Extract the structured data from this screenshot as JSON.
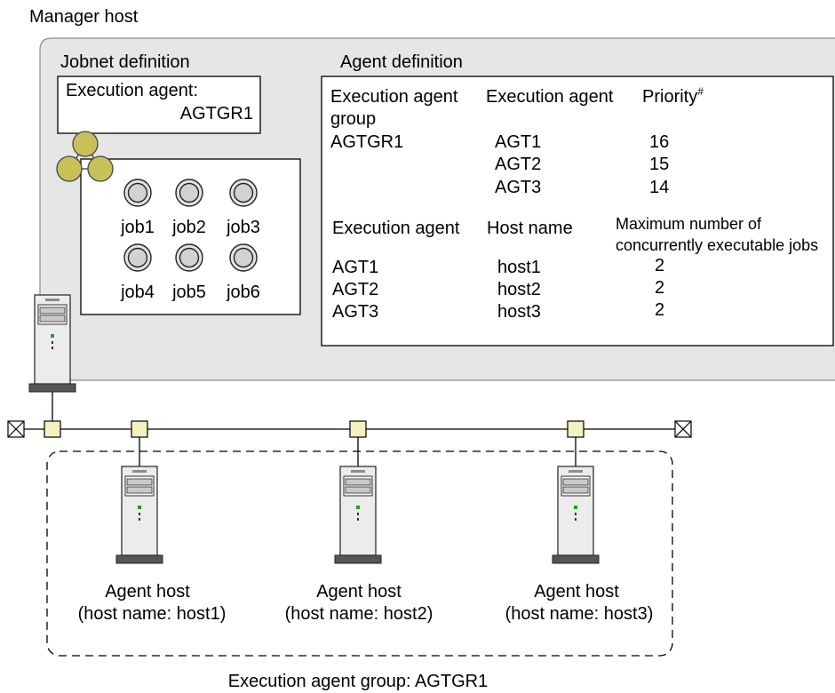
{
  "labels": {
    "manager_host": "Manager host",
    "jobnet_definition": "Jobnet definition",
    "agent_definition": "Agent definition",
    "group_caption": "Execution agent group: AGTGR1"
  },
  "jobnet": {
    "execution_agent_label": "Execution agent:",
    "execution_agent_value": "AGTGR1",
    "jobs": [
      "job1",
      "job2",
      "job3",
      "job4",
      "job5",
      "job6"
    ]
  },
  "agent_group_table": {
    "headers": {
      "group": [
        "Execution agent",
        "group"
      ],
      "agent": "Execution agent",
      "priority": "Priority",
      "priority_mark": "#"
    },
    "rows": [
      {
        "group": "AGTGR1",
        "agent": "AGT1",
        "priority": "16"
      },
      {
        "agent": "AGT2",
        "priority": "15"
      },
      {
        "agent": "AGT3",
        "priority": "14"
      }
    ]
  },
  "host_table": {
    "headers": {
      "agent": "Execution agent",
      "host": "Host name",
      "max_jobs": [
        "Maximum number of",
        "concurrently executable jobs"
      ]
    },
    "rows": [
      {
        "agent": "AGT1",
        "host": "host1",
        "max_jobs": "2"
      },
      {
        "agent": "AGT2",
        "host": "host2",
        "max_jobs": "2"
      },
      {
        "agent": "AGT3",
        "host": "host3",
        "max_jobs": "2"
      }
    ]
  },
  "agent_hosts": [
    {
      "title": "Agent host",
      "host_name": "(host name: host1)"
    },
    {
      "title": "Agent host",
      "host_name": "(host name: host2)"
    },
    {
      "title": "Agent host",
      "host_name": "(host name: host3)"
    }
  ],
  "colors": {
    "manager_area": "#e6e6e6",
    "jobnet_icon": "#c8c15a",
    "network_node": "#f3f2bf",
    "server_led": "#1fa31f"
  }
}
